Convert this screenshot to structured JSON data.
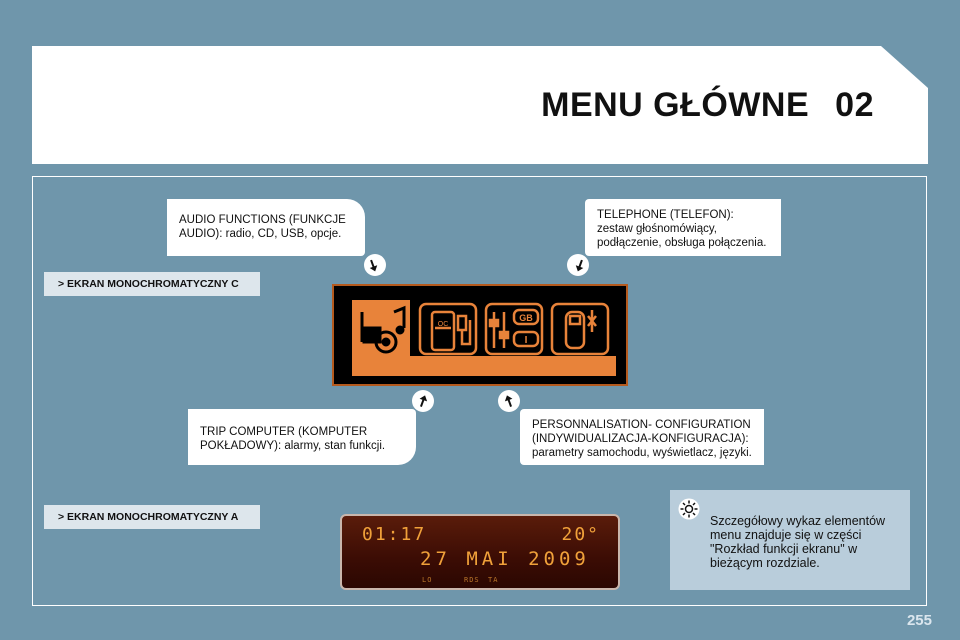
{
  "header": {
    "title": "MENU GŁÓWNE",
    "chapter": "02"
  },
  "callouts": {
    "audio": [
      "AUDIO FUNCTIONS (FUNKCJE",
      "AUDIO): radio, CD, USB, opcje."
    ],
    "telephone": [
      "TELEPHONE (TELEFON):",
      "zestaw głośnomówiący,",
      "podłączenie, obsługa połączenia."
    ],
    "trip": [
      "TRIP COMPUTER (KOMPUTER",
      "POKŁADOWY): alarmy, stan funkcji."
    ],
    "personnalisation": [
      "PERSONNALISATION- CONFIGURATION",
      "(INDYWIDUALIZACJA-KONFIGURACJA):",
      "parametry samochodu, wyświetlacz, języki."
    ]
  },
  "sections": {
    "screen_c_label": "> EKRAN MONOCHROMATYCZNY C",
    "screen_a_label": "> EKRAN MONOCHROMATYCZNY A"
  },
  "screen_c": {
    "icons": [
      "audio-icon",
      "trip-computer-icon",
      "personalisation-icon",
      "telephone-icon"
    ],
    "labels": {
      "oc": "OC",
      "gb": "GB",
      "i": "I"
    },
    "colors": {
      "background": "#000000",
      "accent": "#e8833a"
    }
  },
  "screen_a": {
    "time": "01:17",
    "temperature": "20°",
    "date": "27 MAI 2009",
    "indicators": [
      "LO",
      "RDS",
      "TA"
    ],
    "color": "#f0a13a"
  },
  "info": {
    "icon": "sun-icon",
    "text": [
      "Szczegółowy wykaz elementów",
      "menu znajduje się w części",
      "\"Rozkład funkcji ekranu\" w",
      "bieżącym rozdziale."
    ]
  },
  "page_number": "255"
}
